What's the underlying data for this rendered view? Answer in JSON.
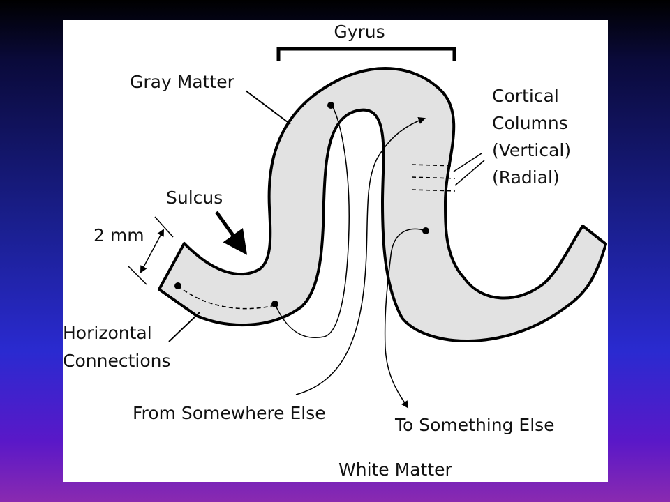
{
  "labels": {
    "gyrus": "Gyrus",
    "gray_matter": "Gray Matter",
    "cortical_columns": [
      "Cortical",
      "Columns",
      "(Vertical)",
      "(Radial)"
    ],
    "sulcus": "Sulcus",
    "two_mm": "2 mm",
    "horizontal_connections": [
      "Horizontal",
      "Connections"
    ],
    "from_somewhere_else": "From Somewhere Else",
    "to_something_else": "To Something Else",
    "white_matter": "White Matter"
  },
  "colors": {
    "gray_matter_fill": "#e2e2e2",
    "outline": "#000000"
  }
}
